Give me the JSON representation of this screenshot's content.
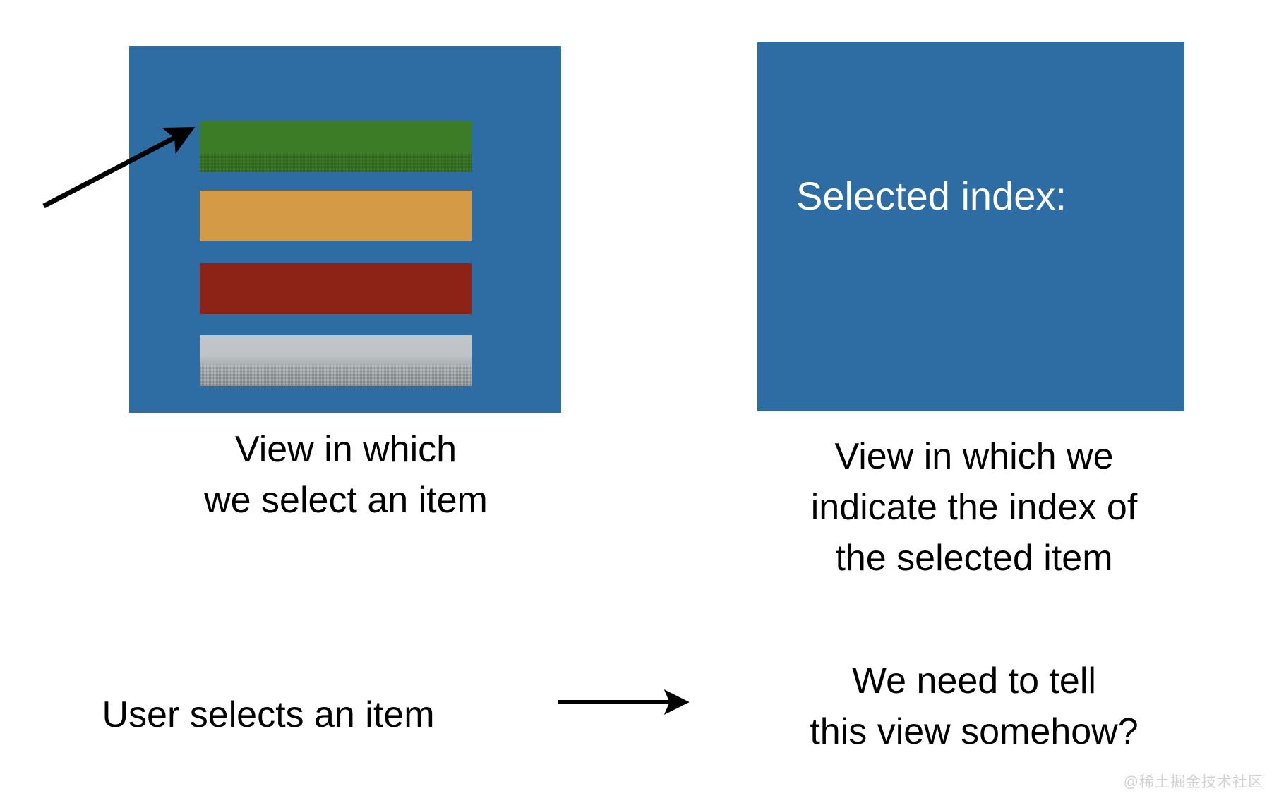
{
  "slide": {
    "background_color": "#FFFFFF",
    "accent_blue": "#2E6CA4"
  },
  "left_view": {
    "name": "selection-list-view",
    "panel_color": "#2E6CA4",
    "items": [
      {
        "label": "",
        "color": "#3D7C26",
        "state": "selected"
      },
      {
        "label": "",
        "color": "#D49A46",
        "state": "normal"
      },
      {
        "label": "",
        "color": "#8C2316",
        "state": "normal"
      },
      {
        "label": "",
        "color": "#A9AEB1",
        "state": "normal"
      }
    ],
    "caption": "View in which\nwe select an item"
  },
  "right_view": {
    "name": "selected-index-view",
    "panel_color": "#2E6CA4",
    "panel_label": "Selected index:",
    "panel_label_color": "#FFFFFF",
    "caption": "View in which we\nindicate the index of\nthe selected item"
  },
  "flow": {
    "source_text": "User selects an item",
    "target_text": "We need to tell\nthis view somehow?",
    "arrow_color": "#000000"
  },
  "annotations": {
    "pointer_arrow_target": "first-list-item",
    "pointer_arrow_color": "#000000"
  },
  "watermark": {
    "text": "@稀土掘金技术社区",
    "color": "#D2D2D2"
  }
}
